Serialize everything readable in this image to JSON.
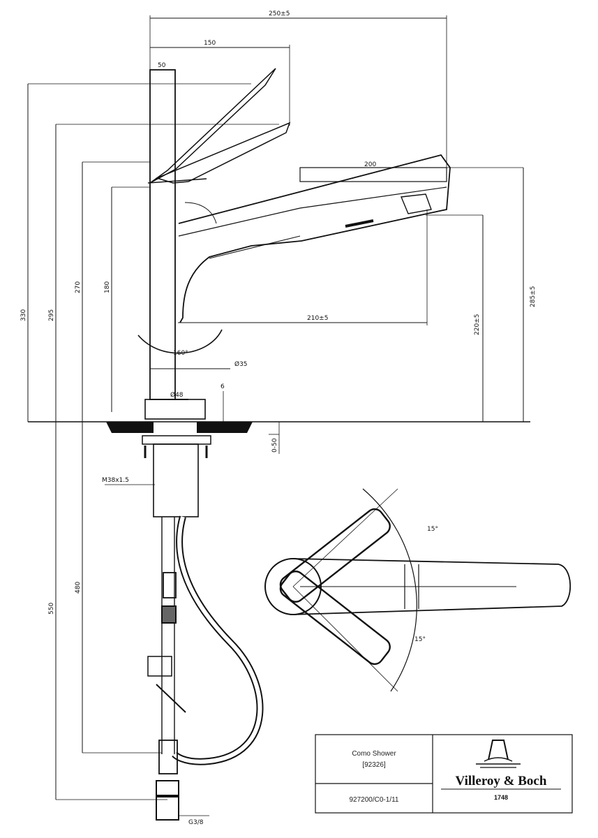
{
  "dimensions": {
    "top_overall": "250±5",
    "lever_reach": "150",
    "body_diameter": "50",
    "spout_extension": "200",
    "spout_reach": "210±5",
    "height_right_outer": "285±5",
    "height_right_inner": "220±5",
    "height_left_1": "330",
    "height_left_2": "295",
    "height_left_3": "270",
    "height_left_4": "180",
    "swivel_angle": "160°",
    "body_mark": "Ø35",
    "base_width": "Ø48",
    "base_tick": "6",
    "counter_thickness": "0-50",
    "thread_label": "M38x1.5",
    "below_height_1": "480",
    "below_height_2": "550",
    "hose_connection": "G3/8",
    "angle_top": "15°",
    "angle_bottom": "15°"
  },
  "title_block": {
    "product_name": "Como Shower",
    "product_code": "[92326]",
    "article_number": "927200/C0-1/11",
    "brand": "Villeroy & Boch",
    "brand_year": "1748"
  }
}
